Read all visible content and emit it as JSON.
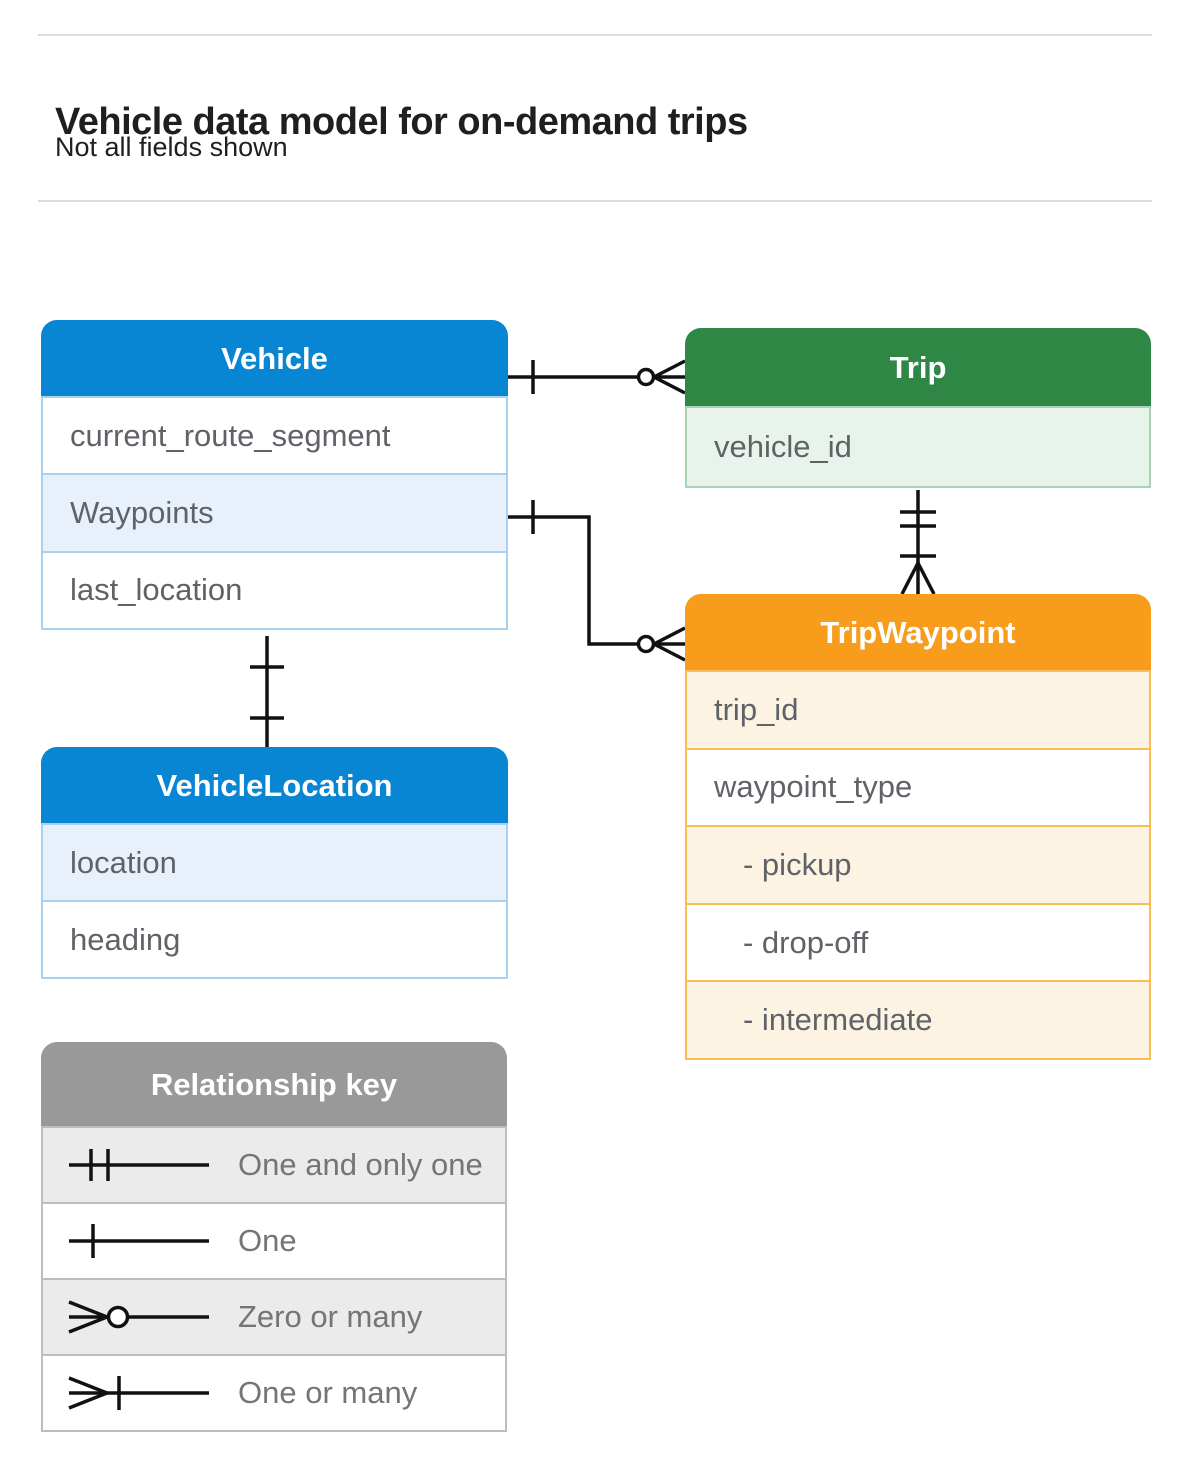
{
  "header": {
    "title": "Vehicle data model for on-demand trips",
    "subtitle": "Not all fields shown"
  },
  "tables": {
    "vehicle": {
      "title": "Vehicle",
      "fields": [
        "current_route_segment",
        "Waypoints",
        "last_location"
      ]
    },
    "trip": {
      "title": "Trip",
      "fields": [
        "vehicle_id"
      ]
    },
    "trip_waypoint": {
      "title": "TripWaypoint",
      "fields": [
        "trip_id",
        "waypoint_type",
        "- pickup",
        "- drop-off",
        "- intermediate"
      ]
    },
    "vehicle_location": {
      "title": "VehicleLocation",
      "fields": [
        "location",
        "heading"
      ]
    }
  },
  "legend": {
    "title": "Relationship key",
    "items": [
      {
        "symbol": "one-and-only-one",
        "label": "One and only one"
      },
      {
        "symbol": "one",
        "label": "One"
      },
      {
        "symbol": "zero-or-many",
        "label": "Zero or many"
      },
      {
        "symbol": "one-or-many",
        "label": "One or many"
      }
    ]
  },
  "relationships": [
    {
      "from": "Vehicle",
      "to": "Trip",
      "from_end": "one",
      "to_end": "zero or many"
    },
    {
      "from": "Vehicle.Waypoints",
      "to": "TripWaypoint",
      "from_end": "one",
      "to_end": "zero or many"
    },
    {
      "from": "Trip",
      "to": "TripWaypoint",
      "from_end": "one and only one",
      "to_end": "one or many"
    },
    {
      "from": "Vehicle",
      "to": "VehicleLocation",
      "from_end": "one",
      "to_end": "one"
    }
  ],
  "colors": {
    "blue_header": "#0885d3",
    "blue_row": "#e8f1fb",
    "green_header": "#2e8745",
    "green_row": "#e8f3eb",
    "orange_header": "#f89c1c",
    "orange_row": "#fdf3e3",
    "gray_header": "#999999",
    "gray_row": "#ebebeb",
    "field_text": "#5f6368",
    "connector": "#111111"
  }
}
